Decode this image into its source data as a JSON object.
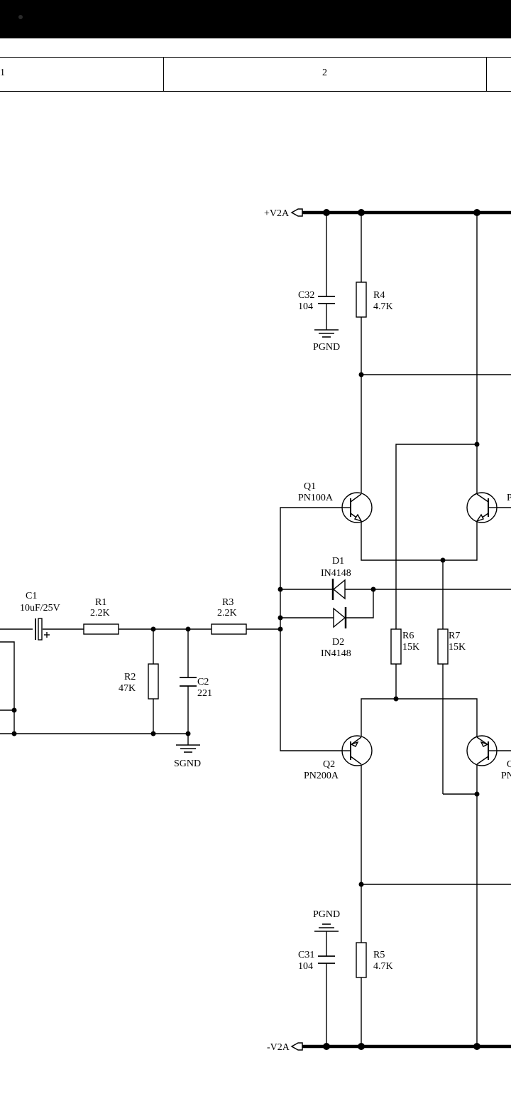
{
  "status_bar": {
    "background": "#000000"
  },
  "ruler": {
    "col1": "1",
    "col2": "2"
  },
  "nets": {
    "vpos": "+V2A",
    "vneg": "-V2A"
  },
  "grounds": {
    "pgnd_top": "PGND",
    "pgnd_bottom": "PGND",
    "sgnd": "SGND"
  },
  "components": {
    "c1": {
      "ref": "C1",
      "value": "10uF/25V"
    },
    "r1": {
      "ref": "R1",
      "value": "2.2K"
    },
    "r2": {
      "ref": "R2",
      "value": "47K"
    },
    "c2": {
      "ref": "C2",
      "value": "221"
    },
    "r3": {
      "ref": "R3",
      "value": "2.2K"
    },
    "c32": {
      "ref": "C32",
      "value": "104"
    },
    "r4": {
      "ref": "R4",
      "value": "4.7K"
    },
    "q1": {
      "ref": "Q1",
      "value": "PN100A"
    },
    "d1": {
      "ref": "D1",
      "value": "IN4148"
    },
    "d2": {
      "ref": "D2",
      "value": "IN4148"
    },
    "r6": {
      "ref": "R6",
      "value": "15K"
    },
    "r7": {
      "ref": "R7",
      "value": "15K"
    },
    "q2": {
      "ref": "Q2",
      "value": "PN200A"
    },
    "c31": {
      "ref": "C31",
      "value": "104"
    },
    "r5": {
      "ref": "R5",
      "value": "4.7K"
    },
    "q3_partial": {
      "label": "P"
    },
    "q4_partial": {
      "ref": "Q",
      "value": "PN"
    }
  },
  "colors": {
    "wire": "#000000",
    "background": "#ffffff"
  }
}
